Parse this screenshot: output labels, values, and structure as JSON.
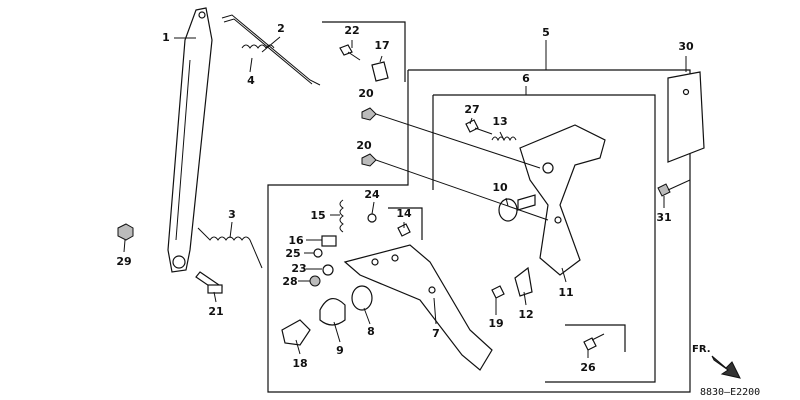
{
  "diagram_code": "8830–E2200",
  "front_marker": "FR.",
  "callouts": {
    "c1": "1",
    "c2": "2",
    "c3": "3",
    "c4": "4",
    "c5": "5",
    "c6": "6",
    "c7": "7",
    "c8": "8",
    "c9": "9",
    "c10": "10",
    "c11": "11",
    "c12": "12",
    "c13": "13",
    "c14": "14",
    "c15": "15",
    "c16": "16",
    "c17": "17",
    "c18": "18",
    "c19": "19",
    "c20a": "20",
    "c20b": "20",
    "c21": "21",
    "c22": "22",
    "c23": "23",
    "c24": "24",
    "c25": "25",
    "c26": "26",
    "c27": "27",
    "c28": "28",
    "c29": "29",
    "c30": "30",
    "c31": "31"
  }
}
